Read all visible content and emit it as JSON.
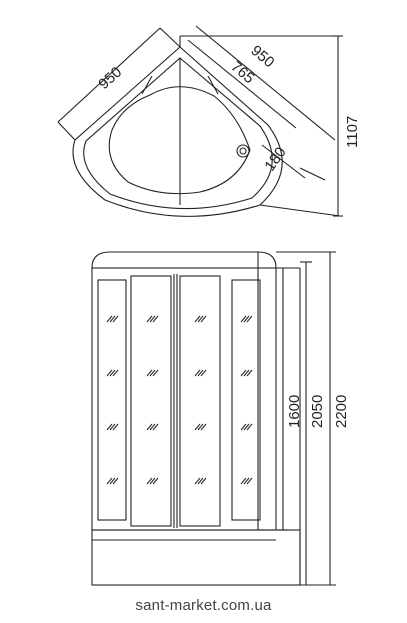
{
  "top_view": {
    "dims": {
      "side_left": "950",
      "side_right": "950",
      "depth_inner": "765",
      "drain_offset": "180",
      "diagonal": "1107"
    }
  },
  "front_view": {
    "dims": {
      "door_height": "1600",
      "panel_height": "2050",
      "total_height": "2200"
    }
  },
  "watermark": "sant-market.com.ua",
  "colors": {
    "line": "#222222",
    "background": "#ffffff"
  }
}
